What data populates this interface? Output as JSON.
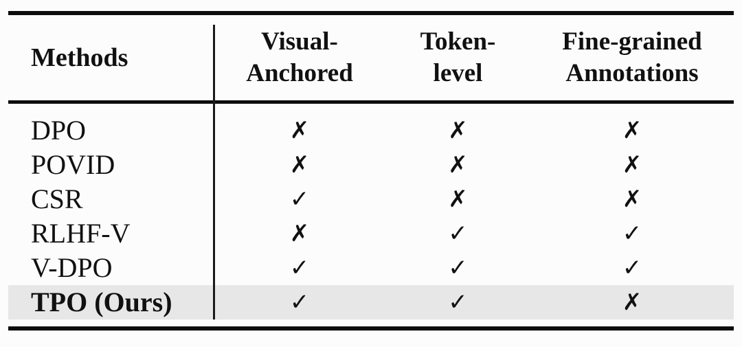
{
  "table": {
    "header": {
      "methods": "Methods",
      "columns": [
        {
          "name": "visual-anchored",
          "lines": [
            "Visual-",
            "Anchored"
          ]
        },
        {
          "name": "token-level",
          "lines": [
            "Token-",
            "level"
          ]
        },
        {
          "name": "fine-grained-annotations",
          "lines": [
            "Fine-grained",
            "Annotations"
          ]
        }
      ]
    },
    "rows": [
      {
        "method": "DPO",
        "marks": [
          "✗",
          "✗",
          "✗"
        ],
        "highlighted": false
      },
      {
        "method": "POVID",
        "marks": [
          "✗",
          "✗",
          "✗"
        ],
        "highlighted": false
      },
      {
        "method": "CSR",
        "marks": [
          "✓",
          "✗",
          "✗"
        ],
        "highlighted": false
      },
      {
        "method": "RLHF-V",
        "marks": [
          "✗",
          "✓",
          "✓"
        ],
        "highlighted": false
      },
      {
        "method": "V-DPO",
        "marks": [
          "✓",
          "✓",
          "✓"
        ],
        "highlighted": false
      },
      {
        "method": "TPO (Ours)",
        "marks": [
          "✓",
          "✓",
          "✗"
        ],
        "highlighted": true
      }
    ],
    "colors": {
      "highlight_row_bg": "#e7e7e7",
      "rule": "#0d0d0d",
      "text": "#111111",
      "page_bg": "#fcfcfc"
    }
  }
}
